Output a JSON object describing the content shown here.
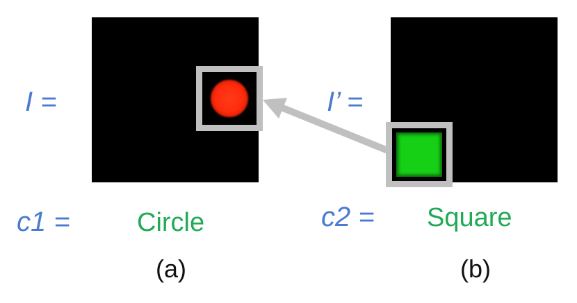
{
  "labels": {
    "image_a": "I =",
    "image_b": "I’ =",
    "class_a_var": "c1 =",
    "class_b_var": "c2 ="
  },
  "classes": {
    "a": "Circle",
    "b": "Square"
  },
  "captions": {
    "a": "(a)",
    "b": "(b)"
  },
  "colors": {
    "label_blue": "#4a7bd0",
    "class_green": "#1faa55",
    "panel": "#000000",
    "highlight_box": "#c0c0c0",
    "circle_fill": "#ff2a0c",
    "square_fill": "#16d016",
    "arrow": "#c0c0c0"
  },
  "shapes": {
    "a": "circle",
    "b": "square"
  }
}
